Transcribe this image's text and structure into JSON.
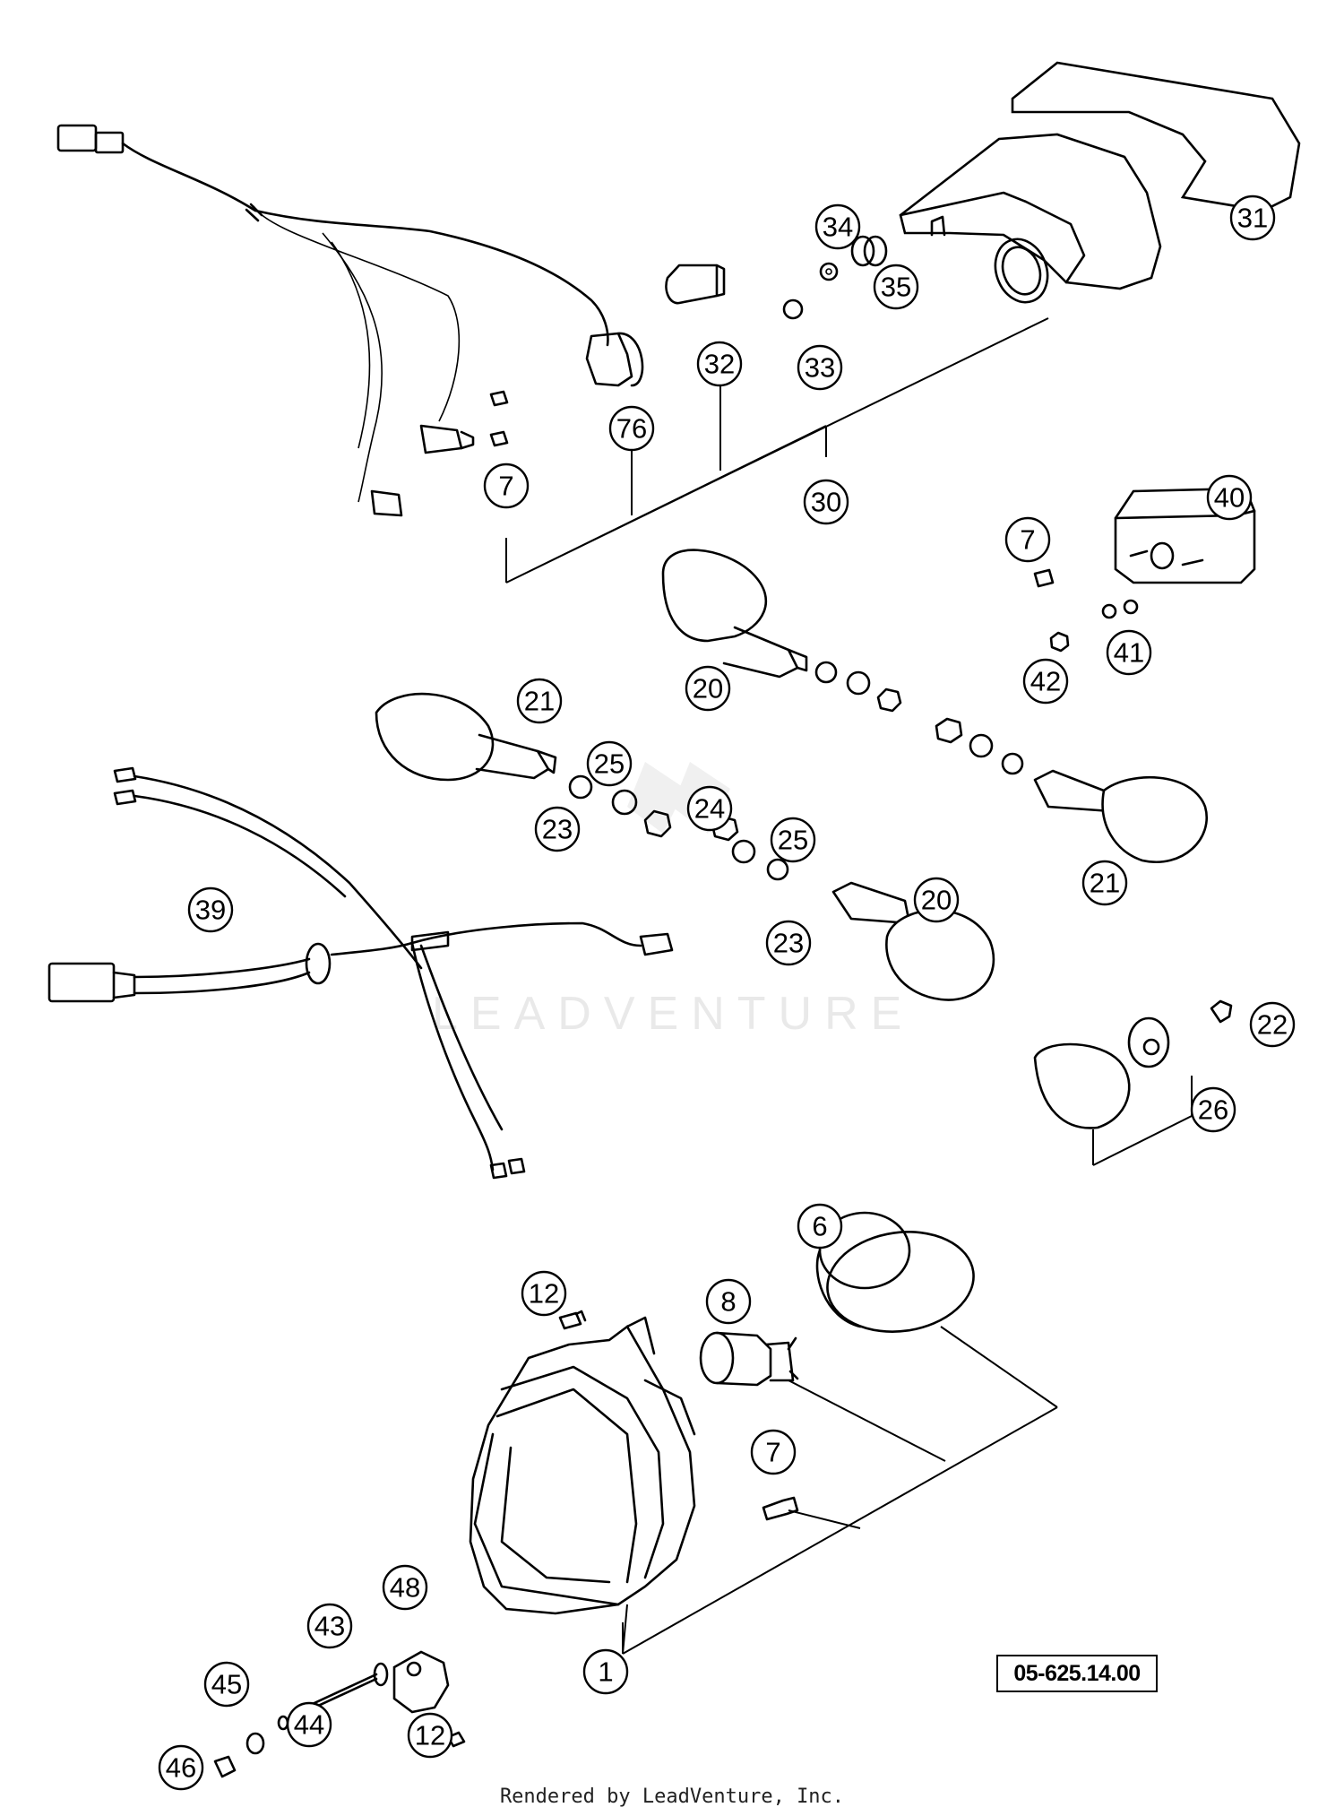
{
  "diagram": {
    "code": "05-625.14.00",
    "watermark": "LEADVENTURE",
    "footer": "Rendered by LeadVenture, Inc.",
    "callouts": {
      "c1": "1",
      "c6": "6",
      "c7a": "7",
      "c7b": "7",
      "c7c": "7",
      "c8": "8",
      "c12a": "12",
      "c12b": "12",
      "c20a": "20",
      "c20b": "20",
      "c21a": "21",
      "c21b": "21",
      "c22": "22",
      "c23a": "23",
      "c23b": "23",
      "c24": "24",
      "c25a": "25",
      "c25b": "25",
      "c26": "26",
      "c30": "30",
      "c31": "31",
      "c32": "32",
      "c33": "33",
      "c34": "34",
      "c35": "35",
      "c39": "39",
      "c40": "40",
      "c41": "41",
      "c42": "42",
      "c43": "43",
      "c44": "44",
      "c45": "45",
      "c46": "46",
      "c48": "48",
      "c76": "76"
    }
  }
}
